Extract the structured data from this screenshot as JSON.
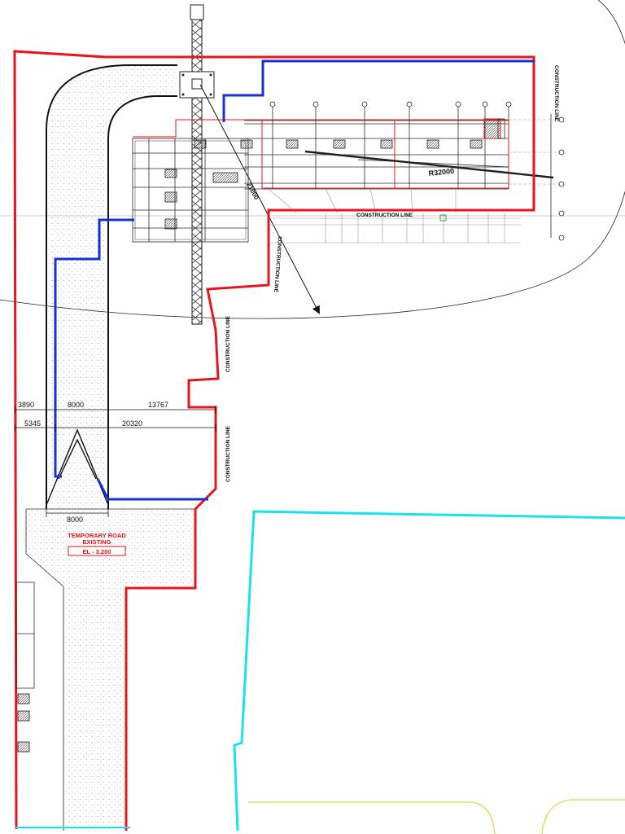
{
  "annotations": {
    "construction_line_right": "CONSTRUCTION LINE",
    "construction_line_horizontal": "CONSTRUCTION LINE",
    "construction_line_diagonal": "CONSTRUCTION LINE",
    "construction_line_middle": "CONSTRUCTION LINE",
    "construction_line_lower": "CONSTRUCTION LINE",
    "crane_radius": "R32000",
    "crane_jib_label": "21000"
  },
  "dimensions": {
    "row1": [
      "3890",
      "8000",
      "13767"
    ],
    "row2": [
      "5345",
      "20320"
    ],
    "road_width": "8000"
  },
  "road_label": {
    "line1": "TEMPORARY ROAD",
    "line2": "EXISTING",
    "elevation": "EL - 3.200"
  },
  "colors": {
    "site_boundary": "#e8141b",
    "access_route": "#1a2fd6",
    "adjacent_plot": "#19e3ea",
    "existing_kerb": "#e3da6e",
    "linework": "#1a1a1a"
  }
}
